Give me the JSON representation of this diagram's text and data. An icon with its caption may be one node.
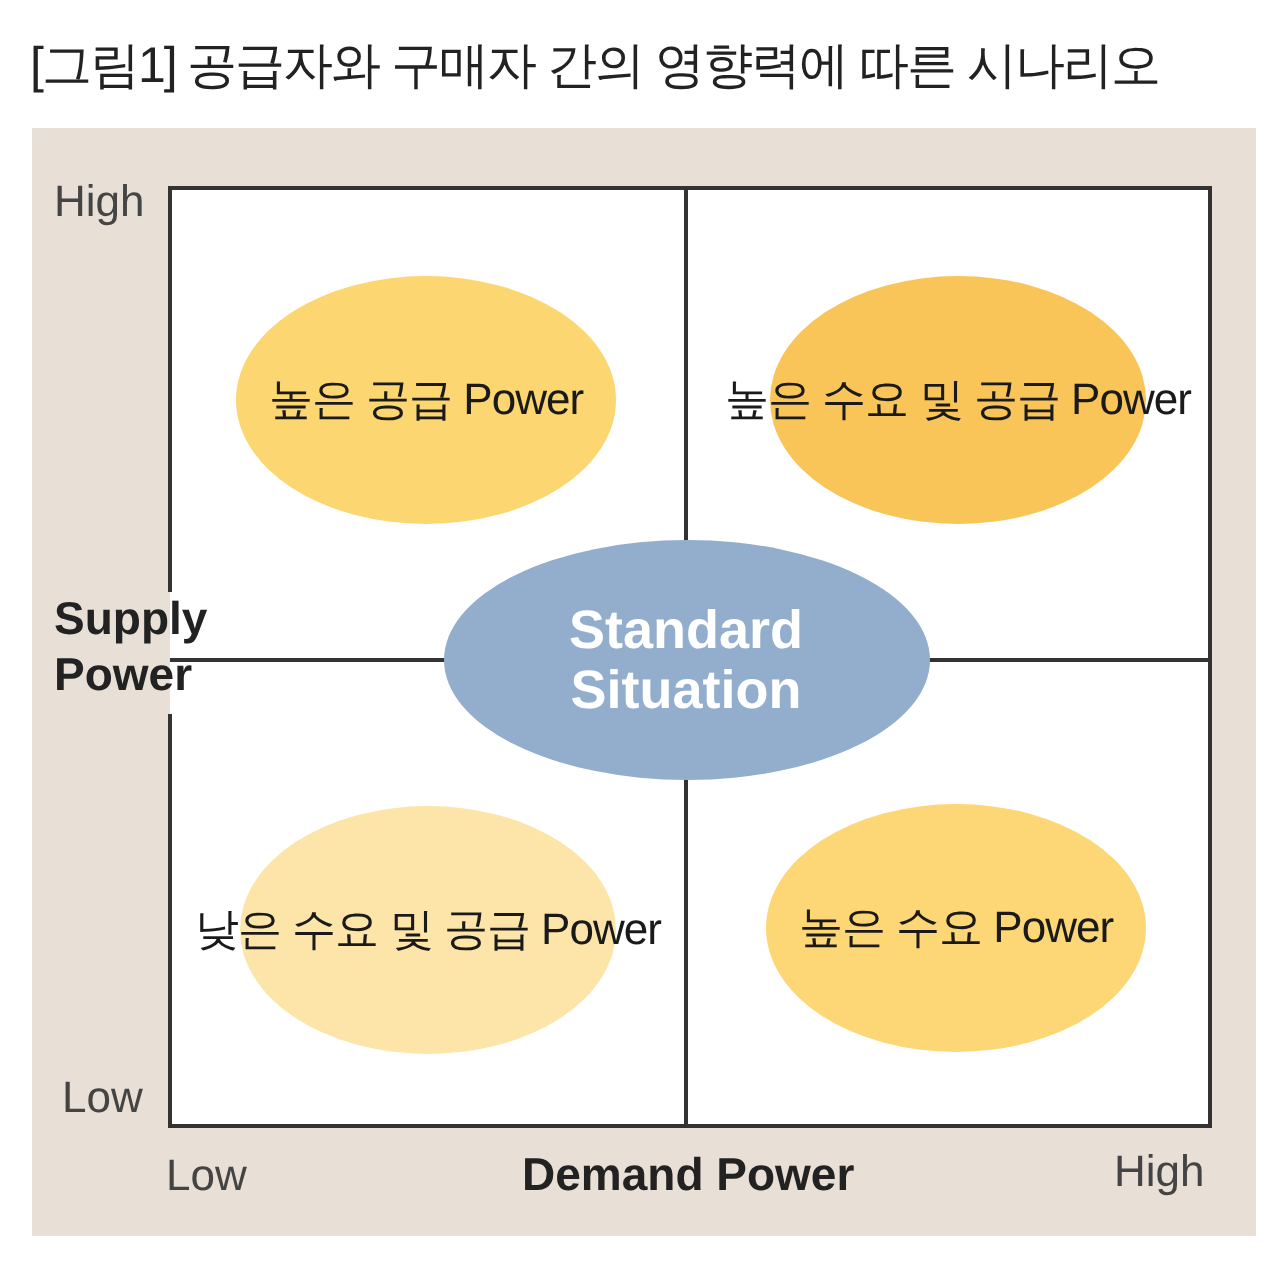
{
  "diagram": {
    "title": "[그림1] 공급자와 구매자 간의 영향력에 따른 시나리오",
    "nodes": [
      {
        "text": [
          "높은 공급 Power"
        ]
      },
      {
        "text": [
          "높은 수요 및 공급 Power"
        ]
      },
      {
        "text": [
          "Standard Situation"
        ]
      },
      {
        "text": [
          "낮은 수요 및 공급 Power"
        ]
      },
      {
        "text": [
          "높은 수요 Power"
        ]
      }
    ],
    "labels": [
      "High",
      "Supply Power",
      "Low",
      "Low",
      "Demand Power",
      "High"
    ]
  }
}
